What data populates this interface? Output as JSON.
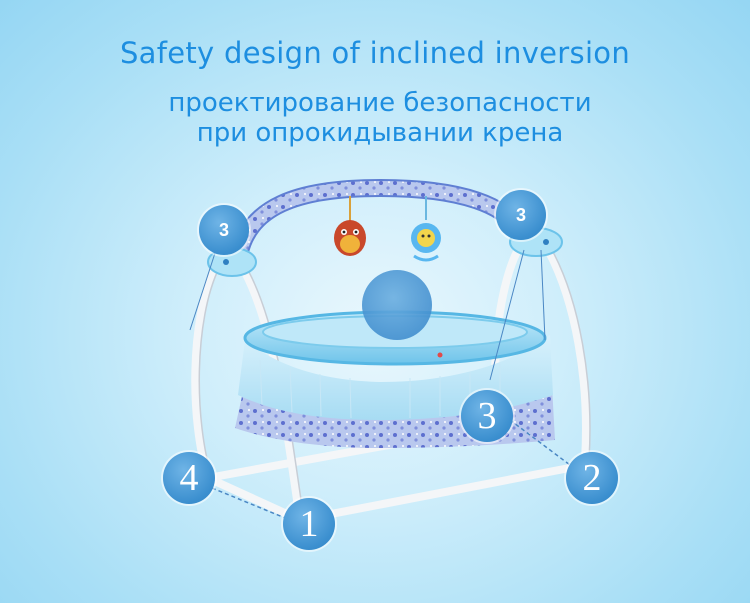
{
  "headline": {
    "english": "Safety design of inclined inversion",
    "russian_line1": "проектирование безопасности",
    "russian_line2": "при опрокидывании крена"
  },
  "markers": {
    "top_left": "3",
    "top_right": "3",
    "front_right": "3",
    "left_foot": "4",
    "front_foot": "1",
    "right_foot": "2"
  },
  "colors": {
    "headline": "#1d8ee0",
    "badge": "#3b8fcf",
    "bassinet": "#8fd3f2",
    "skirt_pattern": "#6f7fd6",
    "frame": "#f4f6f8"
  },
  "icons": {
    "hanging_toy_left": "bird-toy",
    "hanging_toy_right": "flower-toy",
    "controller_left": "control-box",
    "controller_right": "control-box"
  }
}
